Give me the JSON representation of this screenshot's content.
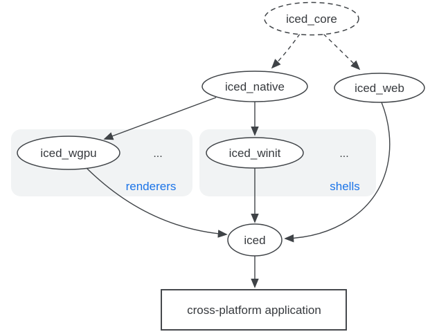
{
  "diagram": {
    "nodes": {
      "core": {
        "label": "iced_core",
        "shape": "ellipse",
        "border": "dashed"
      },
      "native": {
        "label": "iced_native",
        "shape": "ellipse",
        "border": "solid"
      },
      "web": {
        "label": "iced_web",
        "shape": "ellipse",
        "border": "solid"
      },
      "wgpu": {
        "label": "iced_wgpu",
        "shape": "ellipse",
        "border": "solid"
      },
      "winit": {
        "label": "iced_winit",
        "shape": "ellipse",
        "border": "solid"
      },
      "iced": {
        "label": "iced",
        "shape": "ellipse",
        "border": "solid"
      },
      "app": {
        "label": "cross-platform application",
        "shape": "rectangle",
        "border": "solid"
      }
    },
    "groups": {
      "renderers": {
        "label": "renderers",
        "more": "...",
        "members": [
          "iced_wgpu"
        ]
      },
      "shells": {
        "label": "shells",
        "more": "...",
        "members": [
          "iced_winit"
        ]
      }
    },
    "edges": [
      {
        "from": "iced_core",
        "to": "iced_native",
        "style": "dashed"
      },
      {
        "from": "iced_core",
        "to": "iced_web",
        "style": "dashed"
      },
      {
        "from": "iced_native",
        "to": "iced_wgpu",
        "style": "solid"
      },
      {
        "from": "iced_native",
        "to": "iced_winit",
        "style": "solid"
      },
      {
        "from": "iced_wgpu",
        "to": "iced",
        "style": "solid"
      },
      {
        "from": "iced_winit",
        "to": "iced",
        "style": "solid"
      },
      {
        "from": "iced_web",
        "to": "iced",
        "style": "solid"
      },
      {
        "from": "iced",
        "to": "cross-platform application",
        "style": "solid"
      }
    ],
    "colors": {
      "background": "#ffffff",
      "stroke": "#3f4347",
      "text": "#36393d",
      "group_fill": "#f1f3f4",
      "group_label": "#1a73e8"
    }
  }
}
